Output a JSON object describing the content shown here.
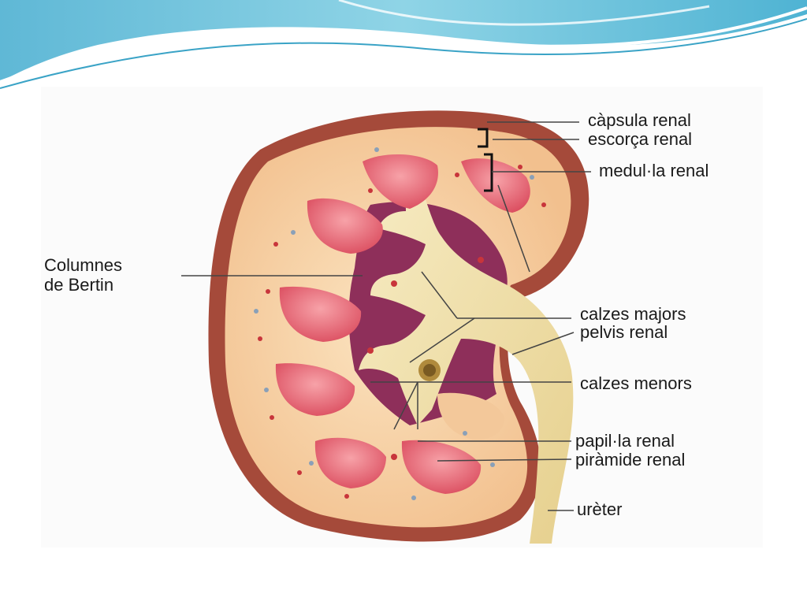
{
  "labels": {
    "capsula": "càpsula renal",
    "escorca": "escorça renal",
    "medulla": "medul·la renal",
    "columnes_line1": "Columnes",
    "columnes_line2": "de Bertin",
    "calzes_majors": "calzes majors",
    "pelvis": "pelvis renal",
    "calzes_menors": "calzes menors",
    "papil": "papil·la renal",
    "piramide": "piràmide renal",
    "ureter": "urèter"
  },
  "colors": {
    "header_wave": "#6cc6dd",
    "capsule": "#a54a3a",
    "cortex": "#f5cda0",
    "pyramid": "#e56673",
    "calyx": "#f1dfa8",
    "sinus": "#8e2f5a"
  }
}
